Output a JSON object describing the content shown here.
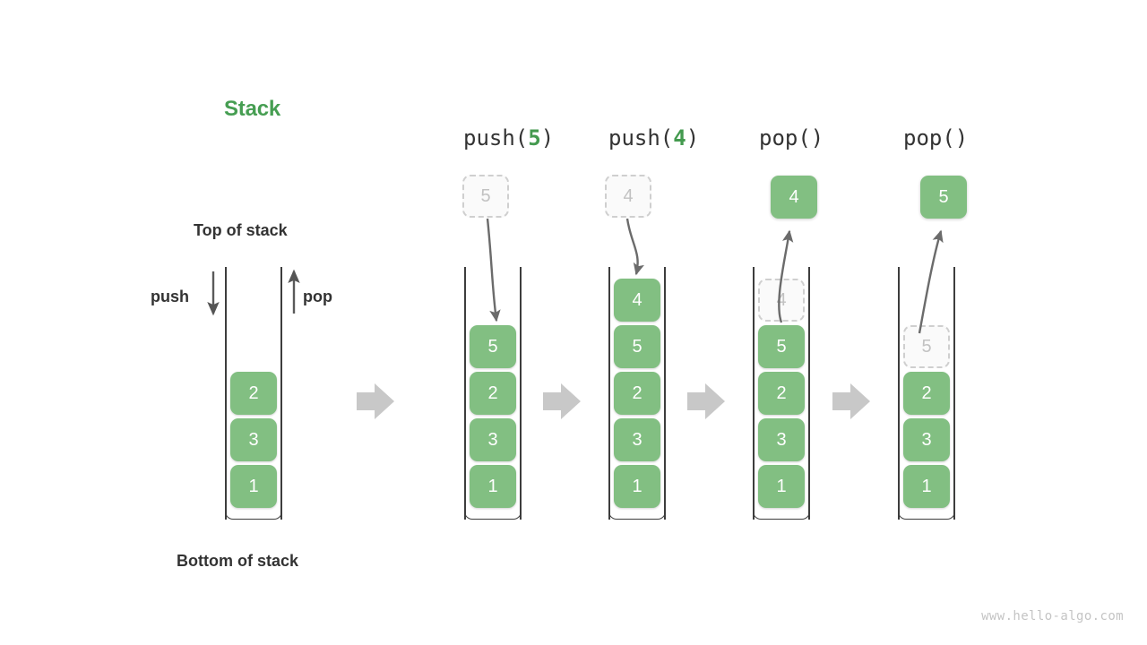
{
  "diagram": {
    "title": "Stack",
    "title_color": "#469e52",
    "element_color": "#82bf82",
    "ghost_color": "#cfcfcf",
    "transition_arrow_color": "#c8c8c8",
    "watermark": "www.hello-algo.com"
  },
  "labels": {
    "top_of_stack": "Top of stack",
    "bottom_of_stack": "Bottom of stack",
    "push": "push",
    "pop": "pop"
  },
  "steps": [
    {
      "id": "initial",
      "header_prefix": "",
      "header_arg": "",
      "header_suffix": "",
      "stack": [
        {
          "value": "2",
          "state": "filled"
        },
        {
          "value": "3",
          "state": "filled"
        },
        {
          "value": "1",
          "state": "filled"
        }
      ],
      "external": null
    },
    {
      "id": "push-5",
      "header_prefix": "push(",
      "header_arg": "5",
      "header_suffix": ")",
      "stack": [
        {
          "value": "5",
          "state": "filled"
        },
        {
          "value": "2",
          "state": "filled"
        },
        {
          "value": "3",
          "state": "filled"
        },
        {
          "value": "1",
          "state": "filled"
        }
      ],
      "external": {
        "value": "5",
        "state": "ghost",
        "direction": "down"
      }
    },
    {
      "id": "push-4",
      "header_prefix": "push(",
      "header_arg": "4",
      "header_suffix": ")",
      "stack": [
        {
          "value": "4",
          "state": "filled"
        },
        {
          "value": "5",
          "state": "filled"
        },
        {
          "value": "2",
          "state": "filled"
        },
        {
          "value": "3",
          "state": "filled"
        },
        {
          "value": "1",
          "state": "filled"
        }
      ],
      "external": {
        "value": "4",
        "state": "ghost",
        "direction": "down"
      }
    },
    {
      "id": "pop-4",
      "header_prefix": "pop(",
      "header_arg": "",
      "header_suffix": ")",
      "stack": [
        {
          "value": "4",
          "state": "ghost"
        },
        {
          "value": "5",
          "state": "filled"
        },
        {
          "value": "2",
          "state": "filled"
        },
        {
          "value": "3",
          "state": "filled"
        },
        {
          "value": "1",
          "state": "filled"
        }
      ],
      "external": {
        "value": "4",
        "state": "filled",
        "direction": "up"
      }
    },
    {
      "id": "pop-5",
      "header_prefix": "pop(",
      "header_arg": "",
      "header_suffix": ")",
      "stack": [
        {
          "value": "5",
          "state": "ghost"
        },
        {
          "value": "2",
          "state": "filled"
        },
        {
          "value": "3",
          "state": "filled"
        },
        {
          "value": "1",
          "state": "filled"
        }
      ],
      "external": {
        "value": "5",
        "state": "filled",
        "direction": "up"
      }
    }
  ]
}
